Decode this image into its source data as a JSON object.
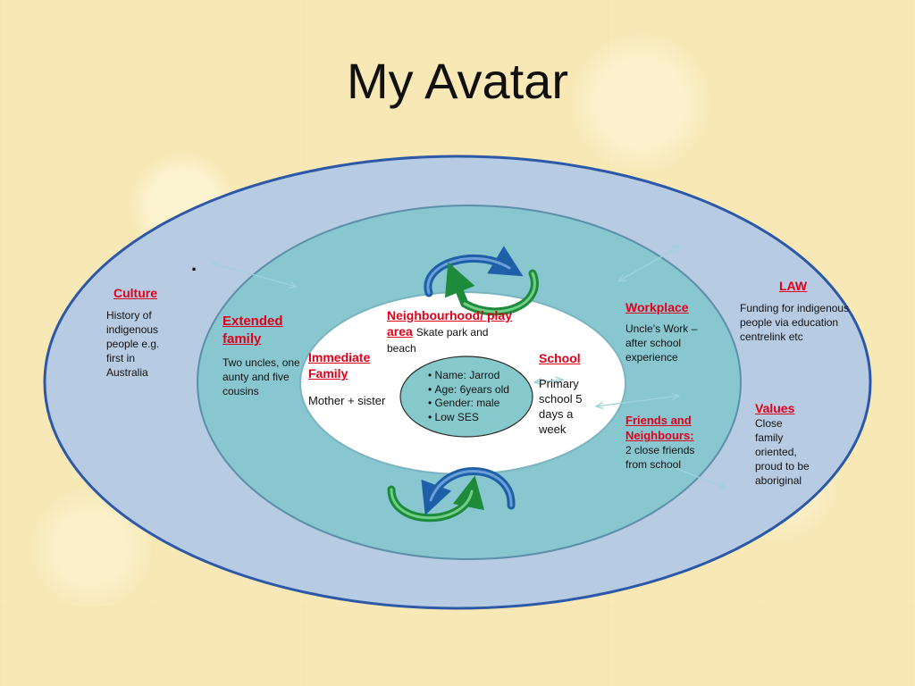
{
  "title": "My Avatar",
  "marker": ".",
  "colors": {
    "outer_ring": "#b7cbe3",
    "outer_stroke": "#2c58a8",
    "middle_ring": "#88c6d0",
    "middle_stroke": "#5c8fa8",
    "inner": "#ffffff",
    "core": "#86c9cc",
    "heading": "#e0001a",
    "arrow_green": "#1e8a3c",
    "arrow_blue": "#1f5fa8"
  },
  "core": {
    "items": [
      "Name: Jarrod",
      "Age: 6years old",
      "Gender: male",
      "Low SES"
    ]
  },
  "microsystem": {
    "immediate_family": {
      "heading": "Immediate Family",
      "text": "Mother +  sister"
    },
    "neighbourhood": {
      "heading": "Neighbourhood/ play area",
      "text": "Skate park and beach"
    },
    "school": {
      "heading": "School",
      "text": "Primary school 5 days a week"
    }
  },
  "exosystem": {
    "extended_family": {
      "heading": "Extended family",
      "text": "Two uncles, one aunty and five cousins"
    },
    "workplace": {
      "heading": "Workplace",
      "text": "Uncle’s Work – after school experience"
    },
    "friends": {
      "heading": "Friends and Neighbours:",
      "text": "2 close friends from school"
    }
  },
  "macrosystem": {
    "culture": {
      "heading": "Culture",
      "text": "History of indigenous people e.g. first in Australia"
    },
    "law": {
      "heading": "LAW",
      "text": "Funding for indigenous people via education centrelink etc"
    },
    "values": {
      "heading": "Values",
      "text": "Close family oriented, proud to be aboriginal"
    }
  }
}
